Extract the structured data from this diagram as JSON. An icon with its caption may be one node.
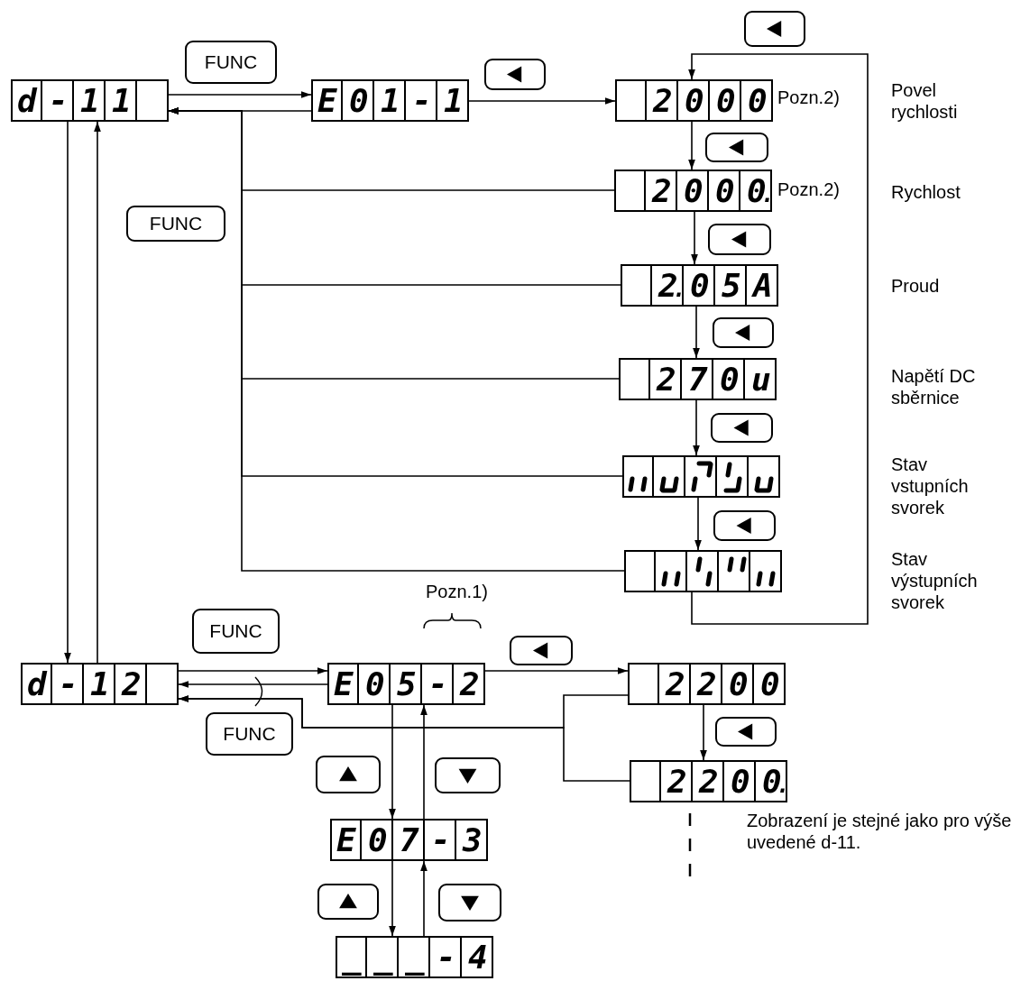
{
  "diagram": {
    "nodes": [
      {
        "text": [
          "d-11"
        ]
      },
      {
        "text": [
          "E01-1"
        ]
      },
      {
        "text": [
          "2000"
        ],
        "beside": [
          "Pozn.2)"
        ]
      },
      {
        "text": [
          "2000."
        ],
        "beside": [
          "Pozn.2)"
        ]
      },
      {
        "text": [
          "2.05A"
        ]
      },
      {
        "text": [
          "270u"
        ]
      },
      {
        "text": [],
        "shape": "box"
      },
      {
        "text": [],
        "shape": "box"
      },
      {
        "text": [
          "d-12"
        ]
      },
      {
        "text": [
          "E05-2"
        ],
        "beside": [
          "Pozn.1)"
        ]
      },
      {
        "text": [
          "2200"
        ]
      },
      {
        "text": [
          "2200."
        ]
      },
      {
        "text": [
          "E07-3"
        ]
      },
      {
        "text": [
          "___-4"
        ]
      }
    ],
    "edges": [
      {
        "from": 0,
        "to": 1,
        "arrow": "to"
      },
      {
        "from": 1,
        "to": 0,
        "arrow": "to"
      },
      {
        "from": 1,
        "to": 2,
        "arrow": "to"
      },
      {
        "from": 2,
        "to": 3,
        "arrow": "to"
      },
      {
        "from": 3,
        "to": 4,
        "arrow": "to"
      },
      {
        "from": 4,
        "to": 5,
        "arrow": "to"
      },
      {
        "from": 5,
        "to": 6,
        "arrow": "to"
      },
      {
        "from": 6,
        "to": 7,
        "arrow": "to"
      },
      {
        "from": 7,
        "to": 2,
        "arrow": "to"
      },
      {
        "from": 3,
        "to": 0,
        "arrow": "to"
      },
      {
        "from": 4,
        "to": 0,
        "arrow": "to"
      },
      {
        "from": 5,
        "to": 0,
        "arrow": "to"
      },
      {
        "from": 6,
        "to": 0,
        "arrow": "to"
      },
      {
        "from": 7,
        "to": 0,
        "arrow": "to"
      },
      {
        "from": 0,
        "to": 8,
        "arrow": "to"
      },
      {
        "from": 8,
        "to": 0,
        "arrow": "to"
      },
      {
        "from": 8,
        "to": 9,
        "arrow": "to"
      },
      {
        "from": 9,
        "to": 8,
        "arrow": "to"
      },
      {
        "from": 10,
        "to": 8,
        "arrow": "to"
      },
      {
        "from": 11,
        "to": 8,
        "arrow": "to"
      },
      {
        "from": 9,
        "to": 10,
        "arrow": "to"
      },
      {
        "from": 10,
        "to": 11,
        "arrow": "to"
      },
      {
        "from": 9,
        "to": 12,
        "arrow": "to"
      },
      {
        "from": 12,
        "to": 9,
        "arrow": "to"
      },
      {
        "from": 12,
        "to": 13,
        "arrow": "to"
      },
      {
        "from": 13,
        "to": 12,
        "arrow": "to"
      }
    ],
    "labels": [
      "FUNC",
      "Povel rychlosti",
      "Rychlost",
      "FUNC",
      "Proud",
      "Napětí DC sběrnice",
      "Stav vstupních svorek",
      "Stav výstupních svorek",
      "FUNC",
      "FUNC",
      "Zobrazení je stejné jako pro výše uvedené d-11."
    ]
  }
}
